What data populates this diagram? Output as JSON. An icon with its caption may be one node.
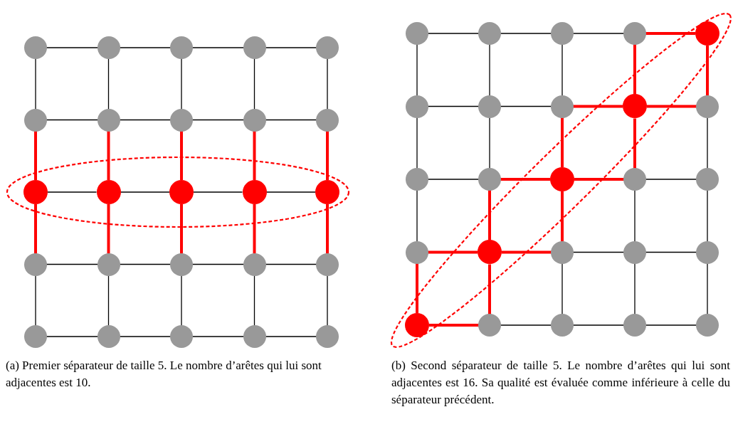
{
  "diagram": {
    "nodes": [
      {
        "text": [],
        "shape": "ellipse"
      },
      {
        "text": [],
        "shape": "circle"
      },
      {
        "text": [],
        "shape": "circle"
      },
      {
        "text": [],
        "shape": "circle"
      },
      {
        "text": [],
        "shape": "circle"
      },
      {
        "text": [],
        "shape": "circle"
      },
      {
        "text": [],
        "shape": "circle"
      },
      {
        "text": [],
        "shape": "circle"
      },
      {
        "text": [],
        "shape": "circle"
      },
      {
        "text": [],
        "shape": "circle"
      },
      {
        "text": [],
        "shape": "circle"
      },
      {
        "text": [],
        "shape": "circle",
        "in": 0
      },
      {
        "text": [],
        "shape": "circle",
        "in": 0
      },
      {
        "text": [],
        "shape": "circle",
        "in": 0
      },
      {
        "text": [],
        "shape": "circle",
        "in": 0
      },
      {
        "text": [],
        "shape": "circle",
        "in": 0
      },
      {
        "text": [],
        "shape": "circle"
      },
      {
        "text": [],
        "shape": "circle"
      },
      {
        "text": [],
        "shape": "circle"
      },
      {
        "text": [],
        "shape": "circle"
      },
      {
        "text": [],
        "shape": "circle"
      },
      {
        "text": [],
        "shape": "circle"
      },
      {
        "text": [],
        "shape": "circle"
      },
      {
        "text": [],
        "shape": "circle"
      },
      {
        "text": [],
        "shape": "circle"
      },
      {
        "text": [],
        "shape": "circle"
      },
      {
        "text": [],
        "shape": "ellipse"
      },
      {
        "text": [],
        "shape": "circle"
      },
      {
        "text": [],
        "shape": "circle"
      },
      {
        "text": [],
        "shape": "circle"
      },
      {
        "text": [],
        "shape": "circle"
      },
      {
        "text": [],
        "shape": "circle",
        "in": 26
      },
      {
        "text": [],
        "shape": "circle"
      },
      {
        "text": [],
        "shape": "circle"
      },
      {
        "text": [],
        "shape": "circle"
      },
      {
        "text": [],
        "shape": "circle",
        "in": 26
      },
      {
        "text": [],
        "shape": "circle"
      },
      {
        "text": [],
        "shape": "circle"
      },
      {
        "text": [],
        "shape": "circle"
      },
      {
        "text": [],
        "shape": "circle",
        "in": 26
      },
      {
        "text": [],
        "shape": "circle"
      },
      {
        "text": [],
        "shape": "circle"
      },
      {
        "text": [],
        "shape": "circle"
      },
      {
        "text": [],
        "shape": "circle",
        "in": 26
      },
      {
        "text": [],
        "shape": "circle"
      },
      {
        "text": [],
        "shape": "circle"
      },
      {
        "text": [],
        "shape": "circle"
      },
      {
        "text": [],
        "shape": "circle",
        "in": 26
      },
      {
        "text": [],
        "shape": "circle"
      },
      {
        "text": [],
        "shape": "circle"
      },
      {
        "text": [],
        "shape": "circle"
      },
      {
        "text": [],
        "shape": "circle"
      }
    ],
    "edges": [
      {
        "from": 1,
        "to": 2,
        "arrow": "none"
      },
      {
        "from": 2,
        "to": 3,
        "arrow": "none"
      },
      {
        "from": 3,
        "to": 4,
        "arrow": "none"
      },
      {
        "from": 4,
        "to": 5,
        "arrow": "none"
      },
      {
        "from": 6,
        "to": 7,
        "arrow": "none"
      },
      {
        "from": 7,
        "to": 8,
        "arrow": "none"
      },
      {
        "from": 8,
        "to": 9,
        "arrow": "none"
      },
      {
        "from": 9,
        "to": 10,
        "arrow": "none"
      },
      {
        "from": 11,
        "to": 12,
        "arrow": "none"
      },
      {
        "from": 12,
        "to": 13,
        "arrow": "none"
      },
      {
        "from": 13,
        "to": 14,
        "arrow": "none"
      },
      {
        "from": 14,
        "to": 15,
        "arrow": "none"
      },
      {
        "from": 16,
        "to": 17,
        "arrow": "none"
      },
      {
        "from": 17,
        "to": 18,
        "arrow": "none"
      },
      {
        "from": 18,
        "to": 19,
        "arrow": "none"
      },
      {
        "from": 19,
        "to": 20,
        "arrow": "none"
      },
      {
        "from": 21,
        "to": 22,
        "arrow": "none"
      },
      {
        "from": 22,
        "to": 23,
        "arrow": "none"
      },
      {
        "from": 23,
        "to": 24,
        "arrow": "none"
      },
      {
        "from": 24,
        "to": 25,
        "arrow": "none"
      },
      {
        "from": 1,
        "to": 6,
        "arrow": "none"
      },
      {
        "from": 2,
        "to": 7,
        "arrow": "none"
      },
      {
        "from": 3,
        "to": 8,
        "arrow": "none"
      },
      {
        "from": 4,
        "to": 9,
        "arrow": "none"
      },
      {
        "from": 5,
        "to": 10,
        "arrow": "none"
      },
      {
        "from": 6,
        "to": 11,
        "arrow": "none",
        "style": "thick",
        "color": "#ff0000"
      },
      {
        "from": 7,
        "to": 12,
        "arrow": "none",
        "style": "thick",
        "color": "#ff0000"
      },
      {
        "from": 8,
        "to": 13,
        "arrow": "none",
        "style": "thick",
        "color": "#ff0000"
      },
      {
        "from": 9,
        "to": 14,
        "arrow": "none",
        "style": "thick",
        "color": "#ff0000"
      },
      {
        "from": 10,
        "to": 15,
        "arrow": "none",
        "style": "thick",
        "color": "#ff0000"
      },
      {
        "from": 11,
        "to": 16,
        "arrow": "none",
        "style": "thick",
        "color": "#ff0000"
      },
      {
        "from": 12,
        "to": 17,
        "arrow": "none",
        "style": "thick",
        "color": "#ff0000"
      },
      {
        "from": 13,
        "to": 18,
        "arrow": "none",
        "style": "thick",
        "color": "#ff0000"
      },
      {
        "from": 14,
        "to": 19,
        "arrow": "none",
        "style": "thick",
        "color": "#ff0000"
      },
      {
        "from": 15,
        "to": 20,
        "arrow": "none",
        "style": "thick",
        "color": "#ff0000"
      },
      {
        "from": 16,
        "to": 21,
        "arrow": "none"
      },
      {
        "from": 17,
        "to": 22,
        "arrow": "none"
      },
      {
        "from": 18,
        "to": 23,
        "arrow": "none"
      },
      {
        "from": 19,
        "to": 24,
        "arrow": "none"
      },
      {
        "from": 20,
        "to": 25,
        "arrow": "none"
      },
      {
        "from": 27,
        "to": 28,
        "arrow": "none"
      },
      {
        "from": 28,
        "to": 29,
        "arrow": "none"
      },
      {
        "from": 29,
        "to": 30,
        "arrow": "none"
      },
      {
        "from": 30,
        "to": 31,
        "arrow": "none",
        "style": "thick",
        "color": "#ff0000"
      },
      {
        "from": 32,
        "to": 33,
        "arrow": "none"
      },
      {
        "from": 33,
        "to": 34,
        "arrow": "none"
      },
      {
        "from": 34,
        "to": 35,
        "arrow": "none",
        "style": "thick",
        "color": "#ff0000"
      },
      {
        "from": 35,
        "to": 36,
        "arrow": "none",
        "style": "thick",
        "color": "#ff0000"
      },
      {
        "from": 37,
        "to": 38,
        "arrow": "none"
      },
      {
        "from": 38,
        "to": 39,
        "arrow": "none",
        "style": "thick",
        "color": "#ff0000"
      },
      {
        "from": 39,
        "to": 40,
        "arrow": "none",
        "style": "thick",
        "color": "#ff0000"
      },
      {
        "from": 40,
        "to": 41,
        "arrow": "none"
      },
      {
        "from": 42,
        "to": 43,
        "arrow": "none",
        "style": "thick",
        "color": "#ff0000"
      },
      {
        "from": 43,
        "to": 44,
        "arrow": "none",
        "style": "thick",
        "color": "#ff0000"
      },
      {
        "from": 44,
        "to": 45,
        "arrow": "none"
      },
      {
        "from": 45,
        "to": 46,
        "arrow": "none"
      },
      {
        "from": 47,
        "to": 48,
        "arrow": "none",
        "style": "thick",
        "color": "#ff0000"
      },
      {
        "from": 48,
        "to": 49,
        "arrow": "none"
      },
      {
        "from": 49,
        "to": 50,
        "arrow": "none"
      },
      {
        "from": 50,
        "to": 51,
        "arrow": "none"
      },
      {
        "from": 27,
        "to": 32,
        "arrow": "none"
      },
      {
        "from": 28,
        "to": 33,
        "arrow": "none"
      },
      {
        "from": 29,
        "to": 34,
        "arrow": "none"
      },
      {
        "from": 30,
        "to": 35,
        "arrow": "none",
        "style": "thick",
        "color": "#ff0000"
      },
      {
        "from": 31,
        "to": 36,
        "arrow": "none",
        "style": "thick",
        "color": "#ff0000"
      },
      {
        "from": 32,
        "to": 37,
        "arrow": "none"
      },
      {
        "from": 33,
        "to": 38,
        "arrow": "none"
      },
      {
        "from": 34,
        "to": 39,
        "arrow": "none",
        "style": "thick",
        "color": "#ff0000"
      },
      {
        "from": 35,
        "to": 40,
        "arrow": "none",
        "style": "thick",
        "color": "#ff0000"
      },
      {
        "from": 36,
        "to": 41,
        "arrow": "none"
      },
      {
        "from": 37,
        "to": 42,
        "arrow": "none"
      },
      {
        "from": 38,
        "to": 43,
        "arrow": "none",
        "style": "thick",
        "color": "#ff0000"
      },
      {
        "from": 39,
        "to": 44,
        "arrow": "none",
        "style": "thick",
        "color": "#ff0000"
      },
      {
        "from": 40,
        "to": 45,
        "arrow": "none"
      },
      {
        "from": 41,
        "to": 46,
        "arrow": "none"
      },
      {
        "from": 42,
        "to": 47,
        "arrow": "none",
        "style": "thick",
        "color": "#ff0000"
      },
      {
        "from": 43,
        "to": 48,
        "arrow": "none",
        "style": "thick",
        "color": "#ff0000"
      },
      {
        "from": 44,
        "to": 49,
        "arrow": "none"
      },
      {
        "from": 45,
        "to": 50,
        "arrow": "none"
      },
      {
        "from": 46,
        "to": 51,
        "arrow": "none"
      }
    ],
    "labels": [
      "(a) Premier séparateur de taille 5. Le nombre d’arêtes qui lui sont adjacentes est 10.",
      "(b) Second séparateur de taille 5. Le nombre d’arêtes qui lui sont adjacentes est 16. Sa qualité est évaluée comme inférieure à celle du séparateur précédent."
    ]
  }
}
